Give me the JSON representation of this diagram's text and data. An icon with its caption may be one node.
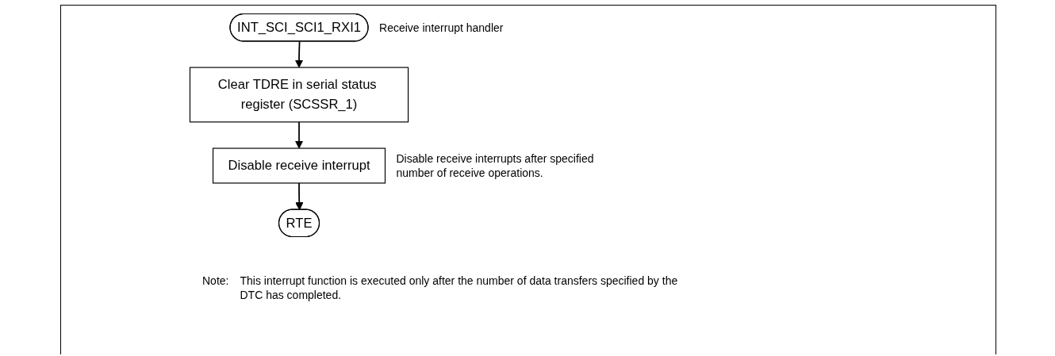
{
  "diagram": {
    "nodes": [
      {
        "text": [
          "INT_SCI_SCI1_RXI1"
        ],
        "beside": [
          "Receive interrupt handler"
        ]
      },
      {
        "text": [
          "Clear TDRE in serial status register (SCSSR_1)"
        ]
      },
      {
        "text": [
          "Disable receive interrupt"
        ],
        "beside": [
          "Disable receive interrupts after specified number of receive operations."
        ]
      },
      {
        "text": [
          "RTE"
        ]
      }
    ],
    "edges": [
      {
        "from": 0,
        "to": 1,
        "arrow": "to"
      },
      {
        "from": 1,
        "to": 2,
        "arrow": "to"
      },
      {
        "from": 2,
        "to": 3,
        "arrow": "to"
      }
    ],
    "labels": [
      "Note:",
      "This interrupt function is executed only after the number of data transfers specified by the DTC has completed."
    ]
  }
}
